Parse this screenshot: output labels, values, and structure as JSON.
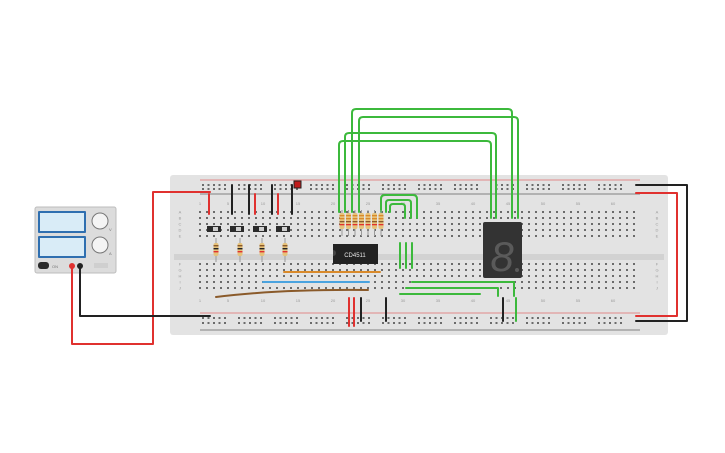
{
  "canvas": {
    "background": "#ffffff"
  },
  "power_supply": {
    "body_color": "#dcdcdc",
    "screen_color": "#2f6fb0",
    "knob_labels": [
      "V",
      "A"
    ],
    "switch_label": "ON"
  },
  "breadboard": {
    "body_color": "#e3e3e3",
    "rail_color_positive": "#e0312f",
    "rail_color_negative": "#222222",
    "row_letters_top": [
      "A",
      "B",
      "C",
      "D",
      "E"
    ],
    "row_letters_bottom": [
      "F",
      "G",
      "H",
      "I",
      "J"
    ],
    "column_numbers": [
      "1",
      "5",
      "10",
      "15",
      "20",
      "25",
      "30",
      "35",
      "40",
      "45",
      "50",
      "55",
      "60"
    ]
  },
  "chip": {
    "label": "CD4511",
    "color": "#222222"
  },
  "display": {
    "digit": "8",
    "segment_color": "#5a5a5a",
    "body_color": "#333333"
  },
  "wire_colors": {
    "red": "#e0312f",
    "black": "#222222",
    "green": "#3cb93c",
    "orange": "#d98a2b",
    "blue": "#4aa3df"
  }
}
